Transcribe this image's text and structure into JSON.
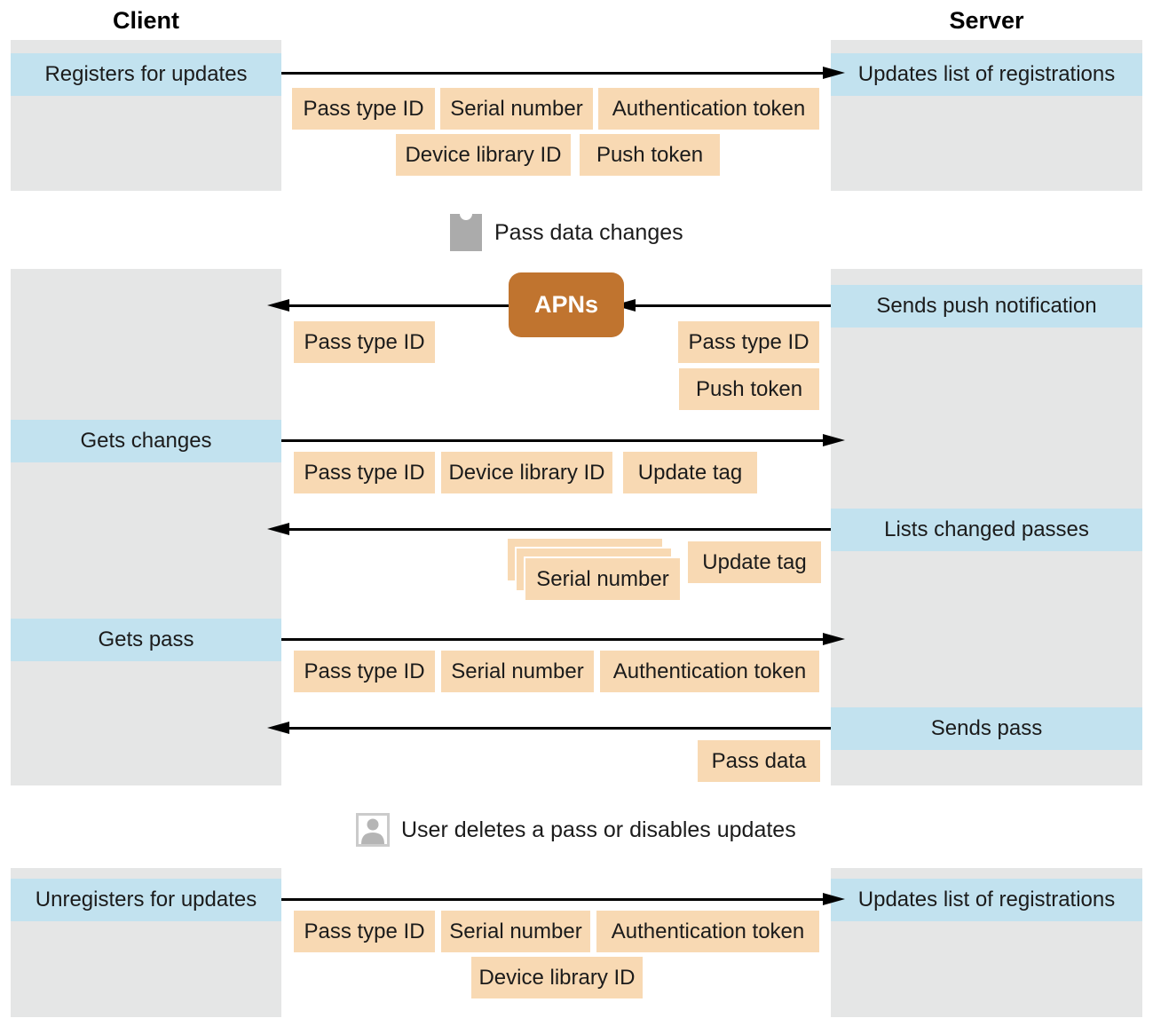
{
  "headers": {
    "client": "Client",
    "server": "Server"
  },
  "bands": {
    "registers": "Registers for updates",
    "updates_top": "Updates list of registrations",
    "sends_push": "Sends push notification",
    "gets_changes": "Gets changes",
    "lists_changed": "Lists changed passes",
    "gets_pass": "Gets pass",
    "sends_pass": "Sends pass",
    "unregisters": "Unregisters for updates",
    "updates_bottom": "Updates list of registrations"
  },
  "apns": {
    "label": "APNs"
  },
  "notes": {
    "pass_data_changes": "Pass data changes",
    "user_deletes": "User deletes a pass or disables updates"
  },
  "labels": {
    "reg_row1": [
      "Pass type ID",
      "Serial number",
      "Authentication token"
    ],
    "reg_row2": [
      "Device library ID",
      "Push token"
    ],
    "push_left": [
      "Pass type ID"
    ],
    "push_right": [
      "Pass type ID",
      "Push token"
    ],
    "gets_changes_row": [
      "Pass type ID",
      "Device library ID",
      "Update tag"
    ],
    "lists_changed_row": {
      "stack_front": "Serial number",
      "tag": "Update tag"
    },
    "gets_pass_row": [
      "Pass type ID",
      "Serial number",
      "Authentication token"
    ],
    "sends_pass_row": [
      "Pass data"
    ],
    "unreg_row1": [
      "Pass type ID",
      "Serial number",
      "Authentication token"
    ],
    "unreg_row2": [
      "Device library ID"
    ]
  },
  "icons": [
    "pass-icon",
    "user-icon"
  ],
  "colors": {
    "panel_gray": "#e5e6e6",
    "band_blue": "#c2e2ef",
    "label_orange": "#f8d9b3",
    "apns_brown": "#c0742f",
    "arrow_black": "#000000",
    "icon_gray": "#ababab",
    "text_black": "#1b1b1b"
  }
}
